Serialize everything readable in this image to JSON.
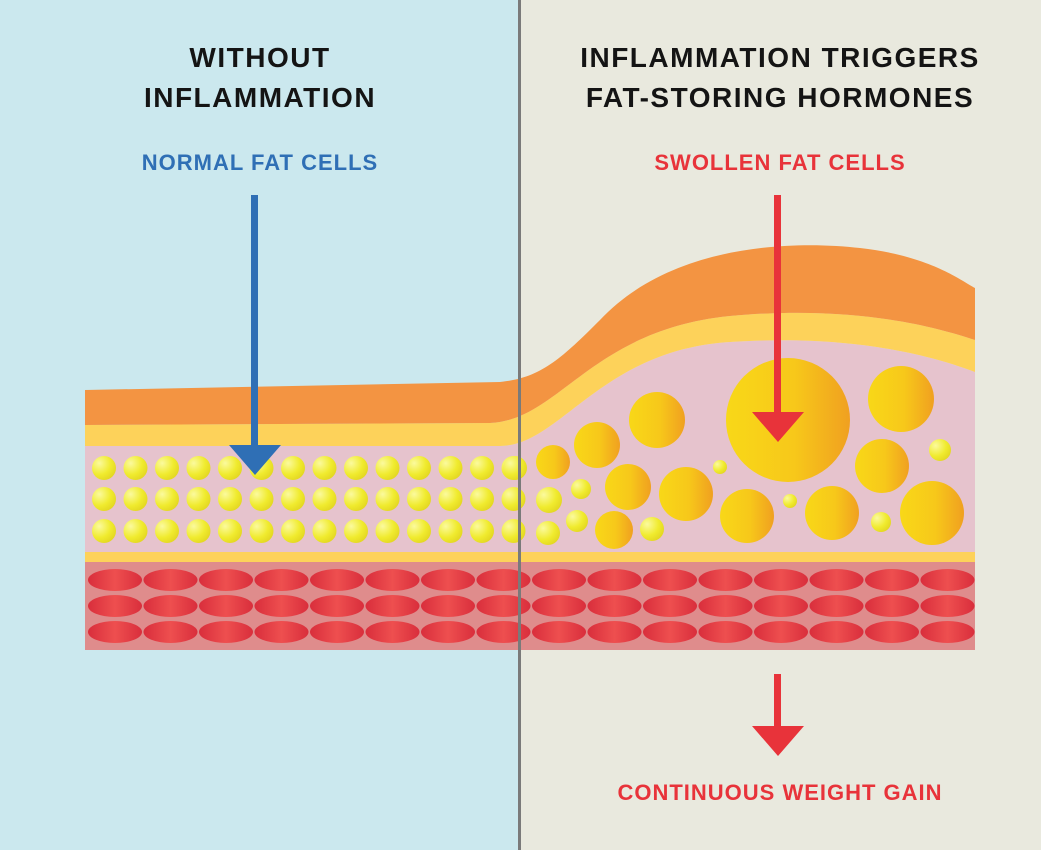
{
  "left_panel": {
    "heading_line1": "WITHOUT",
    "heading_line2": "INFLAMMATION",
    "label": "NORMAL FAT CELLS"
  },
  "right_panel": {
    "heading_line1": "INFLAMMATION TRIGGERS",
    "heading_line2": "FAT-STORING HORMONES",
    "label": "SWOLLEN FAT CELLS",
    "result_label": "CONTINUOUS WEIGHT GAIN"
  },
  "colors": {
    "left_background": "#cbe8ee",
    "right_background": "#e9e9de",
    "divider": "#7a7a7a",
    "heading_text": "#141414",
    "normal_arrow": "#2f6fb5",
    "swollen_arrow": "#e8333a",
    "skin_outer": "#f39442",
    "skin_inner": "#fdd25a",
    "fat_tissue": "#e6c3cd",
    "fat_cell": "#f0eb2e",
    "muscle_background": "#df8c8c",
    "muscle_fiber": "#e84048"
  }
}
